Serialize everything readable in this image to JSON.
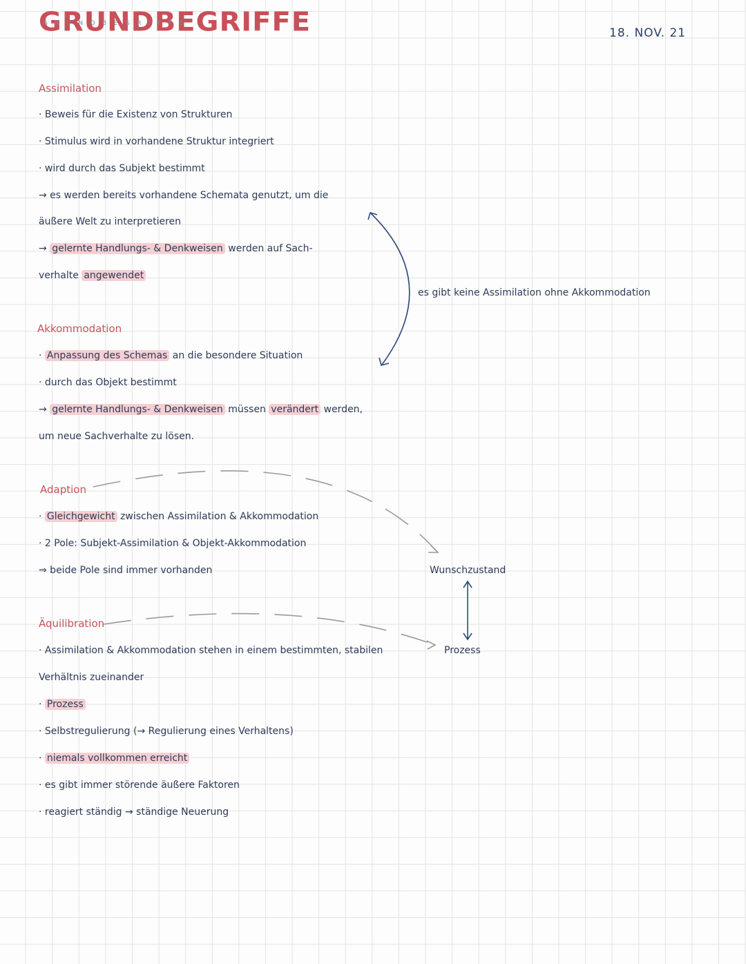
{
  "header": {
    "title": "GRUNDBEGRIFFE",
    "title_small": "GRUNDBEGRIFFE",
    "date": "18. NOV. 21"
  },
  "assimilation": {
    "heading": "Assimilation",
    "l1": "· Beweis für die Existenz von Strukturen",
    "l2": "· Stimulus wird in vorhandene Struktur integriert",
    "l3": "· wird durch das Subjekt bestimmt",
    "l4": "→ es werden bereits vorhandene Schemata genutzt, um die",
    "l5": "äußere Welt zu interpretieren",
    "l6_arrow": "→",
    "l6_hl": "gelernte Handlungs- & Denkweisen",
    "l6_rest": "werden auf Sach-",
    "l7_a": "verhalte",
    "l7_hl": "angewendet"
  },
  "side_note": "es gibt keine Assimilation ohne Akkommodation",
  "akkommodation": {
    "heading": "Akkommodation",
    "l1_dot": "·",
    "l1_hl": "Anpassung des Schemas",
    "l1_rest": "an die besondere Situation",
    "l2": "· durch das Objekt bestimmt",
    "l3_arrow": "→",
    "l3_hl": "gelernte Handlungs- & Denkweisen",
    "l3_mid": "müssen",
    "l3_hl2": "verändert",
    "l3_rest": "werden,",
    "l4": "um neue Sachverhalte zu lösen."
  },
  "adaption": {
    "heading": "Adaption",
    "l1_dot": "·",
    "l1_hl": "Gleichgewicht",
    "l1_rest": "zwischen Assimilation & Akkommodation",
    "l2": "· 2 Pole: Subjekt-Assimilation & Objekt-Akkommodation",
    "l3": "⇒ beide Pole sind immer vorhanden"
  },
  "diagram": {
    "top": "Wunschzustand",
    "bottom": "Prozess"
  },
  "aequilibration": {
    "heading": "Äquilibration",
    "l1": "· Assimilation & Akkommodation stehen in einem bestimmten, stabilen",
    "l2": "Verhältnis zueinander",
    "l3_dot": "·",
    "l3_hl": "Prozess",
    "l4": "· Selbstregulierung (→ Regulierung eines Verhaltens)",
    "l5_dot": "·",
    "l5_hl": "niemals vollkommen erreicht",
    "l6": "· es gibt immer störende äußere Faktoren",
    "l7": "· reagiert ständig → ständige Neuerung"
  },
  "colors": {
    "heading": "#c2555c",
    "highlight": "#f5cfd2",
    "ink": "#2d3b58",
    "grid": "#e3e3e3"
  }
}
